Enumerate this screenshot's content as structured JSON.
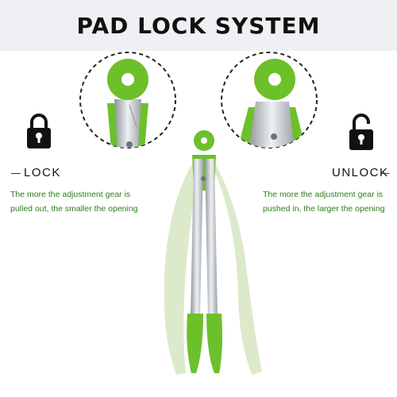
{
  "banner": {
    "title": "PAD LOCK SYSTEM"
  },
  "left_panel": {
    "label": "LOCK",
    "caption_line1": "The more the adjustment gear is",
    "caption_line2": "pulled out, the smaller the opening",
    "icon": "padlock-closed-icon"
  },
  "right_panel": {
    "label": "UNLOCK",
    "caption_line1": "The more the adjustment gear is",
    "caption_line2": "pushed in, the larger the opening",
    "icon": "padlock-open-icon"
  },
  "colors": {
    "accent_green": "#6cc02a",
    "tong_light": "#dceacb",
    "caption_green": "#2e7d1c",
    "banner_bg": "#eef0f3",
    "steel": "#b9bec4"
  }
}
